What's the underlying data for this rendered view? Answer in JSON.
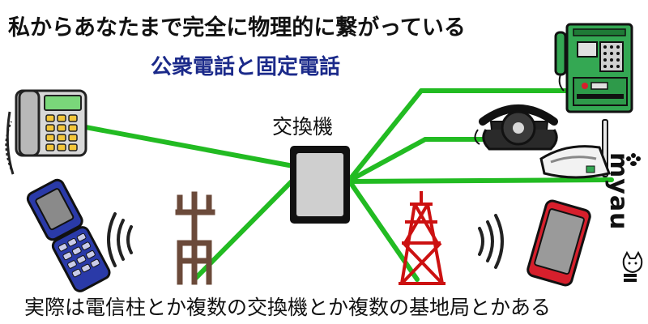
{
  "title": {
    "line1": "私からあなたまで完全に物理的に繋がっている",
    "line2": "公衆電話と固定電話"
  },
  "exchange_label": "交換機",
  "caption": "実際は電信柱とか複数の交換機とか複数の基地局とかある",
  "brand": "myau",
  "colors": {
    "link_line": "#22bb22",
    "title2": "#1b2a8a",
    "tower": "#cc1111",
    "pole": "#6b4a3a",
    "payphone": "#34a853"
  }
}
